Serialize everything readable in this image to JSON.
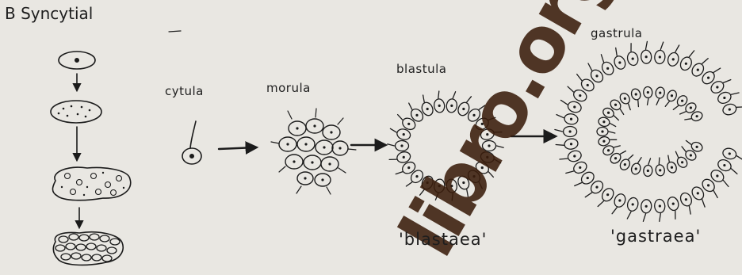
{
  "figure": {
    "heading": "B Syncytial",
    "stages": {
      "cytula": "cytula",
      "morula": "morula",
      "blastula": "blastula",
      "gastrula": "gastrula"
    },
    "theoretical": {
      "blastaea": "'blastaea'",
      "gastraea": "'gastraea'"
    },
    "watermark_text": "libro.org"
  },
  "colors": {
    "background": "#e9e7e2",
    "ink": "#1b1b1b",
    "watermark": "#3a1d0c"
  }
}
